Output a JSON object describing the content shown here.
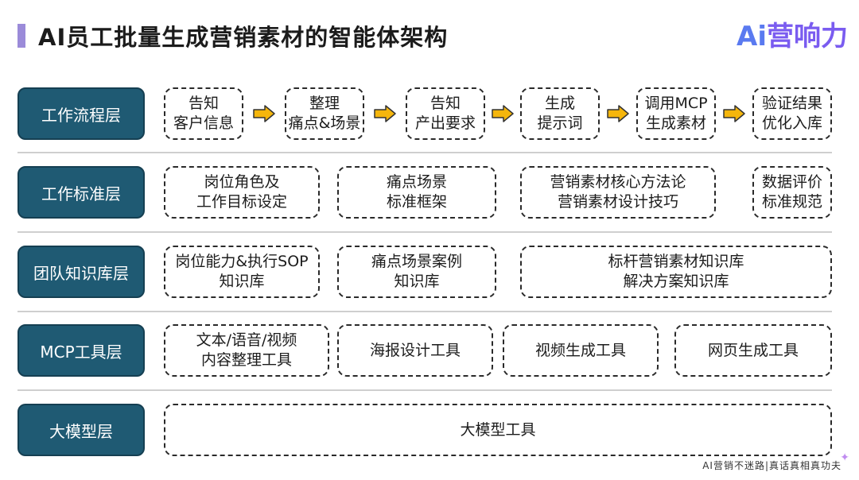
{
  "title": "AI员工批量生成营销素材的智能体架构",
  "logo": {
    "ai": "Ai",
    "rest": "营响力"
  },
  "layers": {
    "workflow": {
      "label": "工作流程层",
      "steps": [
        [
          "告知",
          "客户信息"
        ],
        [
          "整理",
          "痛点&场景"
        ],
        [
          "告知",
          "产出要求"
        ],
        [
          "生成",
          "提示词"
        ],
        [
          "调用MCP",
          "生成素材"
        ],
        [
          "验证结果",
          "优化入库"
        ]
      ]
    },
    "standards": {
      "label": "工作标准层",
      "boxes": [
        [
          "岗位角色及",
          "工作目标设定"
        ],
        [
          "痛点场景",
          "标准框架"
        ],
        [
          "营销素材核心方法论",
          "营销素材设计技巧"
        ],
        [
          "数据评价",
          "标准规范"
        ]
      ]
    },
    "knowledge": {
      "label": "团队知识库层",
      "boxes": [
        [
          "岗位能力&执行SOP",
          "知识库"
        ],
        [
          "痛点场景案例",
          "知识库"
        ],
        [
          "标杆营销素材知识库",
          "解决方案知识库"
        ]
      ]
    },
    "mcp": {
      "label": "MCP工具层",
      "boxes": [
        [
          "文本/语音/视频",
          "内容整理工具"
        ],
        [
          "海报设计工具"
        ],
        [
          "视频生成工具"
        ],
        [
          "网页生成工具"
        ]
      ]
    },
    "model": {
      "label": "大模型层",
      "boxes": [
        [
          "大模型工具"
        ]
      ]
    }
  },
  "footer": "AI营销不迷路|真话真相真功夫",
  "colors": {
    "label_bg": "#1f5a73",
    "arrow": "#f5b60c",
    "title_bar": "#9b8bd9"
  }
}
